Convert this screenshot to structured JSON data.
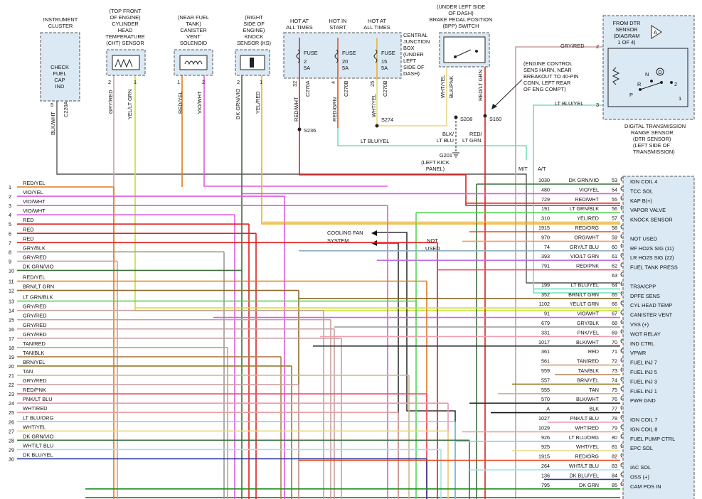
{
  "components": {
    "instrument_cluster": {
      "caption": [
        "INSTRUMENT",
        "CLUSTER"
      ],
      "inner": [
        "CHECK",
        "FUEL",
        "CAP",
        "IND"
      ],
      "pin": "5",
      "connector": "C220A",
      "wire": "BLK/WHT"
    },
    "cht_sensor": {
      "caption": [
        "(TOP FRONT",
        "OF ENGINE)",
        "CYLINDER",
        "HEAD",
        "TEMPERATURE",
        "(CHT) SENSOR"
      ],
      "pins": [
        "2",
        "1"
      ],
      "wires": [
        "GRY/RED",
        "YEL/LT GRN"
      ]
    },
    "canister_vent": {
      "caption": [
        "(NEAR FUEL",
        "TANK)",
        "CANISTER",
        "VENT",
        "SOLENOID"
      ],
      "pins": [
        "1",
        "2"
      ],
      "wires": [
        "RED/YEL",
        "VIO/WHT"
      ]
    },
    "knock_sensor": {
      "caption": [
        "(RIGHT",
        "SIDE OF",
        "ENGINE)",
        "KNOCK",
        "SENSOR (KS)"
      ],
      "pins": [
        "2",
        "1"
      ],
      "wires": [
        "DK GRN/VIO",
        "YEL/RED"
      ]
    },
    "junction_box": {
      "headers": [
        [
          "HOT AT",
          "ALL TIMES"
        ],
        [
          "HOT IN",
          "START"
        ],
        [
          "HOT AT",
          "ALL TIMES"
        ]
      ],
      "caption": [
        "CENTRAL",
        "JUNCTION",
        "BOX",
        "(UNDER",
        "LEFT",
        "SIDE OF",
        "DASH)"
      ],
      "fuses": [
        {
          "label": "FUSE",
          "num": "2",
          "amp": "5A",
          "pin": "32",
          "connector": "C270A",
          "wire": "RED/WHT"
        },
        {
          "label": "FUSE",
          "num": "20",
          "amp": "5A",
          "pin": "4",
          "connector": "C270B",
          "wire": "RED/GRN"
        },
        {
          "label": "FUSE",
          "num": "15",
          "amp": "5A",
          "pin": "25",
          "connector": "C270B",
          "wire": "WHT/YEL"
        }
      ]
    },
    "bpp_switch": {
      "caption": [
        "(UNDER LEFT SIDE",
        "OF DASH)",
        "BRAKE PEDAL POSITION",
        "(BPP) SWITCH"
      ],
      "wires": [
        "WHT/YEL",
        "BLK/PNK",
        "RED/LT GRN"
      ]
    },
    "dtr_sensor": {
      "caption": [
        "DIGITAL TRANSMISSION",
        "RANGE SENSOR",
        "(DTR SENSOR)",
        "(LEFT SIDE OF",
        "TRANSMISSION)"
      ],
      "inner": [
        "FROM DTR",
        "SENSOR",
        "(DIAGRAM",
        "1 OF 4)"
      ],
      "pins": [
        "2",
        "3"
      ],
      "letters": [
        "R",
        "N",
        "D",
        "P"
      ],
      "terms": [
        "2",
        "1"
      ],
      "wires": [
        "GRY/RED",
        "LT BLU/YEL"
      ]
    }
  },
  "splices": [
    "S236",
    "S274",
    "S208",
    "S160"
  ],
  "ground": {
    "id": "G201",
    "caption": [
      "(LEFT KICK",
      "PANEL)"
    ],
    "wires": [
      "BLK/",
      "LT BLU",
      "RED/",
      "LT GRN"
    ]
  },
  "ecc_note": [
    "(ENGINE CONTROL",
    "SENS HARN, NEAR",
    "BREAKOUT TO 40-PIN",
    "CONN, LEFT REAR",
    "OF ENG COMPT)"
  ],
  "mt_label": "M/T",
  "at_label": "A/T",
  "lt_blu_yel": "LT BLU/YEL",
  "cooling_fan": [
    "COOLING FAN",
    "SYSTEM"
  ],
  "not_used": [
    "NOT",
    "USED"
  ],
  "left_wires": [
    {
      "n": "1",
      "label": "RED/YEL",
      "color": "#e07b1a"
    },
    {
      "n": "2",
      "label": "VIO/YEL",
      "color": "#dc5be0"
    },
    {
      "n": "3",
      "label": "VIO/WHT",
      "color": "#dc5be0"
    },
    {
      "n": "4",
      "label": "VIO/WHT",
      "color": "#dc5be0"
    },
    {
      "n": "5",
      "label": "RED",
      "color": "#e02020"
    },
    {
      "n": "6",
      "label": "RED",
      "color": "#e02020"
    },
    {
      "n": "7",
      "label": "RED",
      "color": "#e02020"
    },
    {
      "n": "8",
      "label": "GRY/BLK",
      "color": "#999999"
    },
    {
      "n": "9",
      "label": "GRY/RED",
      "color": "#c9a0a0"
    },
    {
      "n": "10",
      "label": "DK GRN/VIO",
      "color": "#3f6f3f"
    },
    {
      "n": "11",
      "label": "RED/YEL",
      "color": "#e07b1a"
    },
    {
      "n": "12",
      "label": "BRN/LT GRN",
      "color": "#8a6a2a"
    },
    {
      "n": "13",
      "label": "LT GRN/BLK",
      "color": "#55d655"
    },
    {
      "n": "14",
      "label": "GRY/RED",
      "color": "#c9a0a0"
    },
    {
      "n": "15",
      "label": "GRY/RED",
      "color": "#c9a0a0"
    },
    {
      "n": "16",
      "label": "GRY/RED",
      "color": "#c9a0a0"
    },
    {
      "n": "17",
      "label": "GRY/RED",
      "color": "#c9a0a0"
    },
    {
      "n": "18",
      "label": "TAN/RED",
      "color": "#d2a070"
    },
    {
      "n": "19",
      "label": "TAN/BLK",
      "color": "#b08050"
    },
    {
      "n": "20",
      "label": "BRN/YEL",
      "color": "#9a7a2a"
    },
    {
      "n": "21",
      "label": "TAN",
      "color": "#d2b48c"
    },
    {
      "n": "22",
      "label": "GRY/RED",
      "color": "#c9a0a0"
    },
    {
      "n": "23",
      "label": "RED/PNK",
      "color": "#f04a6a"
    },
    {
      "n": "24",
      "label": "PNK/LT BLU",
      "color": "#e89ab0"
    },
    {
      "n": "25",
      "label": "WHT/RED",
      "color": "#e8a0a0"
    },
    {
      "n": "26",
      "label": "LT BLU/ORG",
      "color": "#7fd0e8"
    },
    {
      "n": "27",
      "label": "WHT/YEL",
      "color": "#e8d880"
    },
    {
      "n": "28",
      "label": "DK GRN/VIO",
      "color": "#3f6f3f"
    },
    {
      "n": "29",
      "label": "WHT/LT BLU",
      "color": "#a0e0f0"
    },
    {
      "n": "30",
      "label": "DK BLU/YEL",
      "color": "#2a3a9a"
    }
  ],
  "pcm_pins": [
    {
      "circuit": "1030",
      "color_name": "DK GRN/VIO",
      "pin": "53",
      "func": "IGN COIL 4",
      "color": "#3f6f3f"
    },
    {
      "circuit": "480",
      "color_name": "VIO/YEL",
      "pin": "54",
      "func": "TCC SOL",
      "color": "#dc5be0"
    },
    {
      "circuit": "729",
      "color_name": "RED/WHT",
      "pin": "55",
      "func": "KAP B(+)",
      "color": "#e02020"
    },
    {
      "circuit": "191",
      "color_name": "LT GRN/BLK",
      "pin": "56",
      "func": "VAPOR VALVE",
      "color": "#55d655"
    },
    {
      "circuit": "310",
      "color_name": "YEL/RED",
      "pin": "57",
      "func": "KNOCK SENSOR",
      "color": "#e8b020"
    },
    {
      "circuit": "1915",
      "color_name": "RED/ORG",
      "pin": "58",
      "func": "",
      "color": "#e84a20"
    },
    {
      "circuit": "970",
      "color_name": "ORG/WHT",
      "pin": "59",
      "func": "NOT USED",
      "color": "#f0a060"
    },
    {
      "circuit": "74",
      "color_name": "GRY/LT BLU",
      "pin": "60",
      "func": "RF HO2S SIG (11)",
      "color": "#8fb0c0"
    },
    {
      "circuit": "393",
      "color_name": "VIO/LT GRN",
      "pin": "61",
      "func": "LR HO2S SIG (22)",
      "color": "#c070e0"
    },
    {
      "circuit": "791",
      "color_name": "RED/PNK",
      "pin": "62",
      "func": "FUEL TANK PRESS",
      "color": "#f04a6a"
    },
    {
      "circuit": "",
      "color_name": "",
      "pin": "63",
      "func": "",
      "color": ""
    },
    {
      "circuit": "199",
      "color_name": "LT BLU/YEL",
      "pin": "64",
      "func": "TR3A/CPP",
      "color": "#6fe0c0"
    },
    {
      "circuit": "352",
      "color_name": "BRN/LT GRN",
      "pin": "65",
      "func": "DPFE SENS",
      "color": "#8a6a2a"
    },
    {
      "circuit": "1102",
      "color_name": "YEL/LT GRN",
      "pin": "66",
      "func": "CYL HEAD TEMP",
      "color": "#c8e030"
    },
    {
      "circuit": "91",
      "color_name": "VIO/WHT",
      "pin": "67",
      "func": "CANISTER VENT",
      "color": "#dc5be0"
    },
    {
      "circuit": "679",
      "color_name": "GRY/BLK",
      "pin": "68",
      "func": "VSS (+)",
      "color": "#999999"
    },
    {
      "circuit": "331",
      "color_name": "PNK/YEL",
      "pin": "69",
      "func": "WOT RELAY",
      "color": "#f0a0b0"
    },
    {
      "circuit": "1017",
      "color_name": "BLK/WHT",
      "pin": "70",
      "func": "IND CTRL",
      "color": "#333333"
    },
    {
      "circuit": "361",
      "color_name": "RED",
      "pin": "71",
      "func": "VPWR",
      "color": "#e02020"
    },
    {
      "circuit": "561",
      "color_name": "TAN/RED",
      "pin": "72",
      "func": "FUEL INJ 7",
      "color": "#d2a070"
    },
    {
      "circuit": "559",
      "color_name": "TAN/BLK",
      "pin": "73",
      "func": "FUEL INJ 5",
      "color": "#b08050"
    },
    {
      "circuit": "557",
      "color_name": "BRN/YEL",
      "pin": "74",
      "func": "FUEL INJ 3",
      "color": "#9a7a2a"
    },
    {
      "circuit": "555",
      "color_name": "TAN",
      "pin": "75",
      "func": "FUEL INJ 1",
      "color": "#d2b48c"
    },
    {
      "circuit": "570",
      "color_name": "BLK/WHT",
      "pin": "76",
      "func": "PWR GND",
      "color": "#333333"
    },
    {
      "circuit": "A",
      "color_name": "BLK",
      "pin": "77",
      "func": "",
      "color": "#111111"
    },
    {
      "circuit": "1027",
      "color_name": "PNK/LT BLU",
      "pin": "78",
      "func": "IGN COIL 7",
      "color": "#e89ab0"
    },
    {
      "circuit": "1029",
      "color_name": "WHT/RED",
      "pin": "79",
      "func": "IGN COIL 8",
      "color": "#e8a0a0"
    },
    {
      "circuit": "926",
      "color_name": "LT BLU/ORG",
      "pin": "80",
      "func": "FUEL PUMP CTRL",
      "color": "#7fd0e8"
    },
    {
      "circuit": "925",
      "color_name": "WHT/YEL",
      "pin": "81",
      "func": "EPC SOL",
      "color": "#e8d880"
    },
    {
      "circuit": "1915",
      "color_name": "RED/ORG",
      "pin": "82",
      "func": "",
      "color": "#e84a20"
    },
    {
      "circuit": "264",
      "color_name": "WHT/LT BLU",
      "pin": "83",
      "func": "IAC SOL",
      "color": "#a0e0f0"
    },
    {
      "circuit": "136",
      "color_name": "DK BLU/YEL",
      "pin": "84",
      "func": "OSS (+)",
      "color": "#2a3a9a"
    },
    {
      "circuit": "795",
      "color_name": "DK GRN",
      "pin": "85",
      "func": "CAM POS IN",
      "color": "#1f8f1f"
    }
  ]
}
